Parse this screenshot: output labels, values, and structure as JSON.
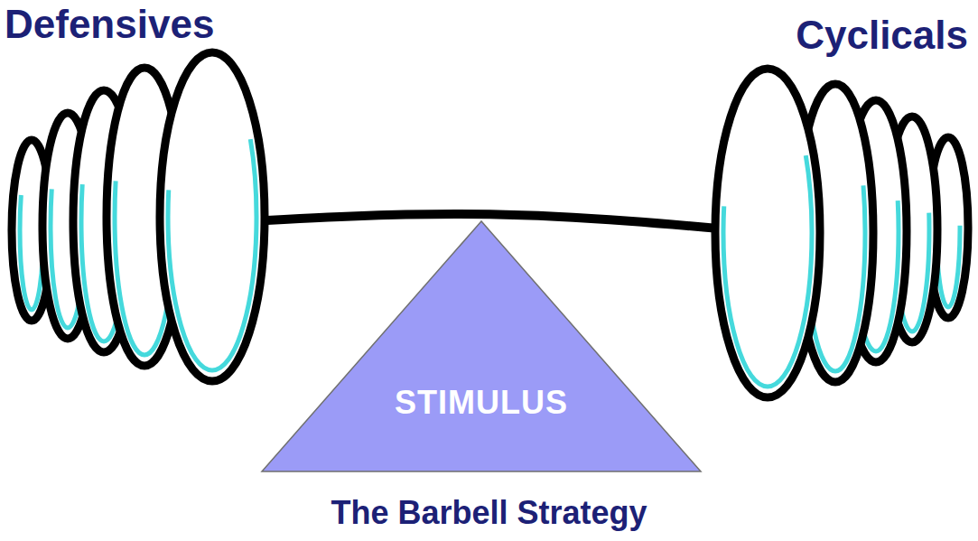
{
  "diagram": {
    "caption": "The Barbell Strategy",
    "nodes": [
      {
        "text": [
          "Defensives"
        ]
      },
      {
        "text": [
          "Cyclicals"
        ]
      },
      {
        "text": [
          "STIMULUS"
        ]
      }
    ],
    "edges": [
      {
        "from": 0,
        "to": 1,
        "arrow": "none"
      }
    ]
  }
}
